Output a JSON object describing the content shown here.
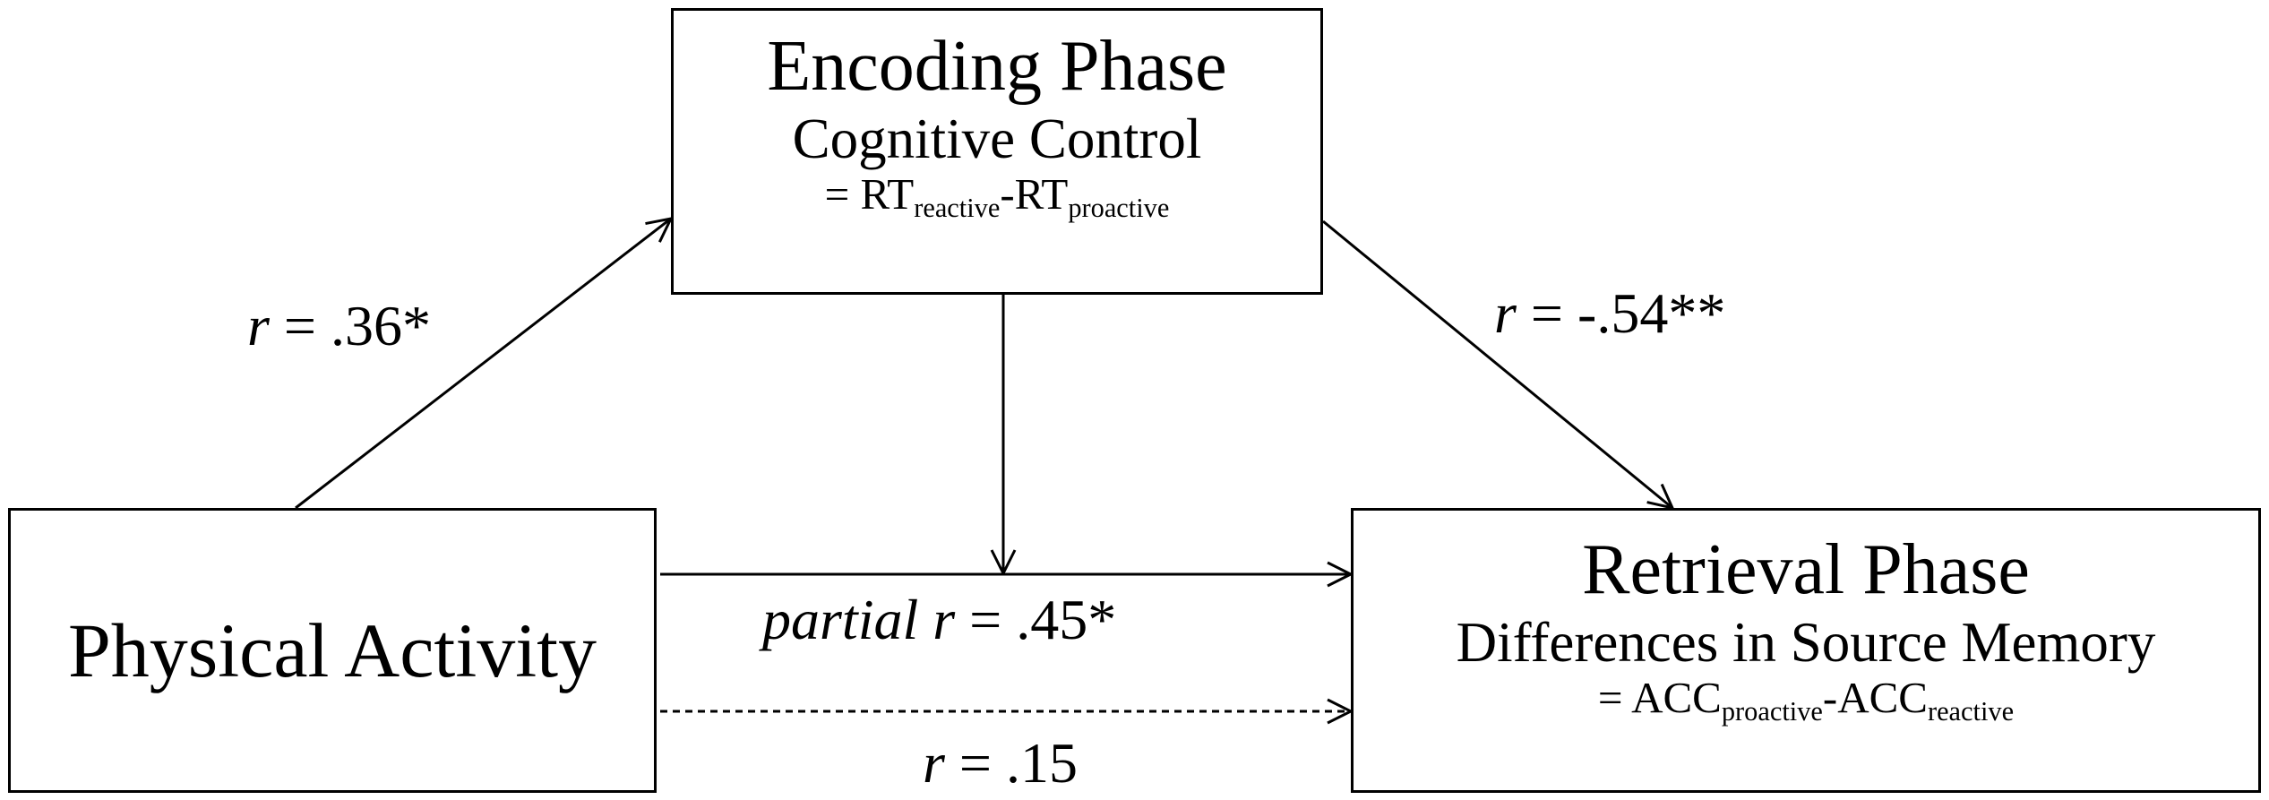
{
  "nodes": {
    "encoding": {
      "title": "Encoding Phase",
      "subtitle": "Cognitive Control",
      "formula": {
        "prefix": "= RT",
        "sub1": "reactive",
        "mid": "-RT",
        "sub2": "proactive"
      }
    },
    "physical_activity": {
      "title": "Physical Activity"
    },
    "retrieval": {
      "title": "Retrieval Phase",
      "subtitle": "Differences in Source Memory",
      "formula": {
        "prefix": "= ACC",
        "sub1": "proactive",
        "mid": "-ACC",
        "sub2": "reactive"
      }
    }
  },
  "edges": {
    "pa_to_encoding": {
      "italic": "r",
      "text": " = .36*",
      "style": "solid"
    },
    "encoding_to_retrieval": {
      "italic": "r",
      "text": " = -.54**",
      "style": "solid"
    },
    "mediation": {
      "italic": "partial r",
      "text": " = .45*",
      "style": "solid"
    },
    "pa_to_retrieval": {
      "italic": "r",
      "text": " = .15",
      "style": "dashed"
    }
  },
  "colors": {
    "line": "#000000",
    "background": "#ffffff"
  }
}
